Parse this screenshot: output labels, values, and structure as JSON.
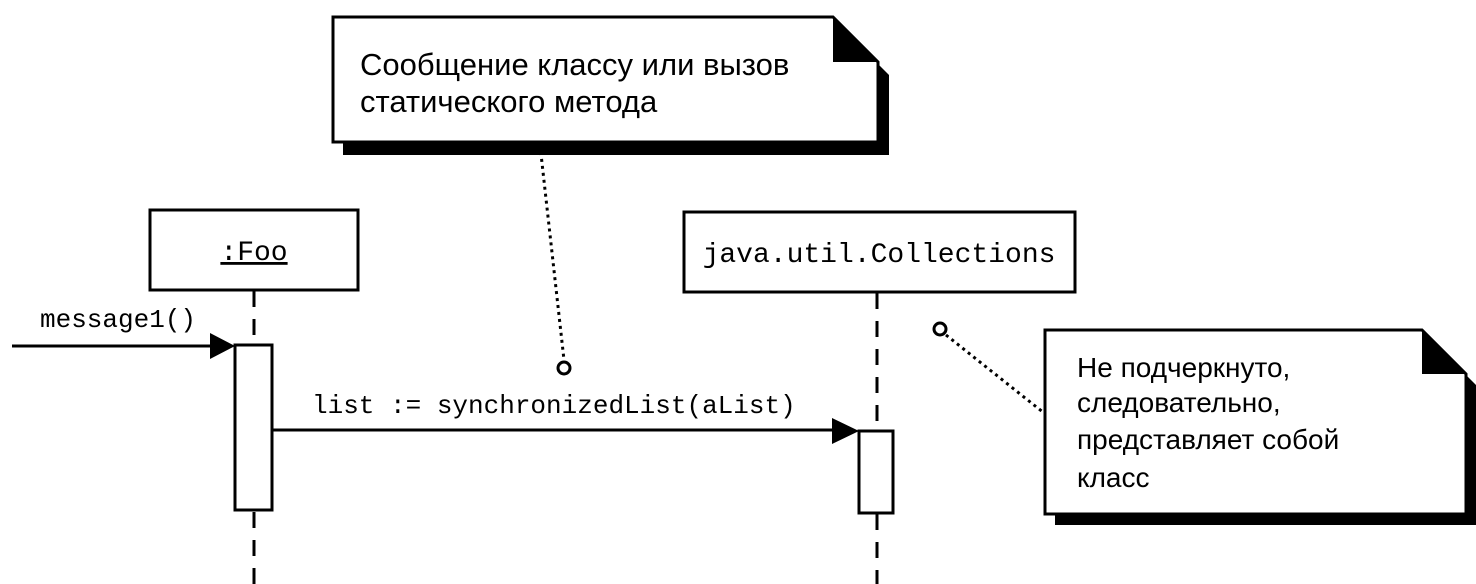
{
  "lifelines": {
    "foo": {
      "label": ":Foo"
    },
    "collections": {
      "label": "java.util.Collections"
    }
  },
  "messages": {
    "incoming": {
      "label": "message1()"
    },
    "call": {
      "label": "list := synchronizedList(aList)"
    }
  },
  "notes": {
    "static_call": {
      "lines": [
        "Сообщение классу или вызов",
        "статического метода"
      ]
    },
    "not_underlined": {
      "lines": [
        "Не подчеркнуто,",
        "следовательно,",
        "представляет собой",
        "класс"
      ]
    }
  }
}
